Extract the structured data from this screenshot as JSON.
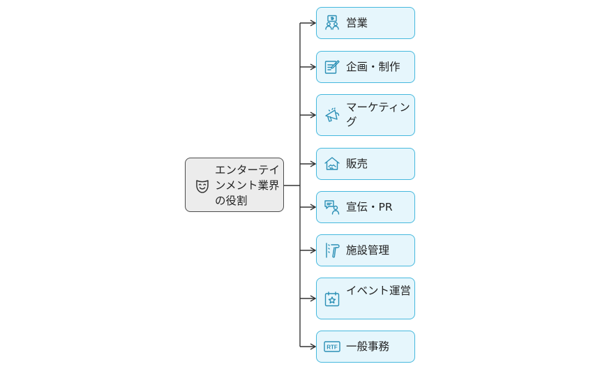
{
  "diagram": {
    "root": {
      "label": "エンターテインメント業界の役割",
      "icon": "theater-mask-icon"
    },
    "children": [
      {
        "label": "営業",
        "icon": "people-money-icon"
      },
      {
        "label": "企画・制作",
        "icon": "pencil-edit-icon"
      },
      {
        "label": "マーケティング",
        "icon": "megaphone-icon"
      },
      {
        "label": "販売",
        "icon": "handshake-house-icon"
      },
      {
        "label": "宣伝・PR",
        "icon": "chat-person-icon"
      },
      {
        "label": "施設管理",
        "icon": "hammer-tool-icon"
      },
      {
        "label": "イベント運営",
        "icon": "calendar-star-icon"
      },
      {
        "label": "一般事務",
        "icon": "rtf-document-icon",
        "icon_text": "RTF"
      }
    ],
    "colors": {
      "root_fill": "#ececec",
      "root_stroke": "#4a4a4a",
      "child_fill": "#e6f6fc",
      "child_stroke": "#45b8dd",
      "connector": "#333333"
    }
  }
}
